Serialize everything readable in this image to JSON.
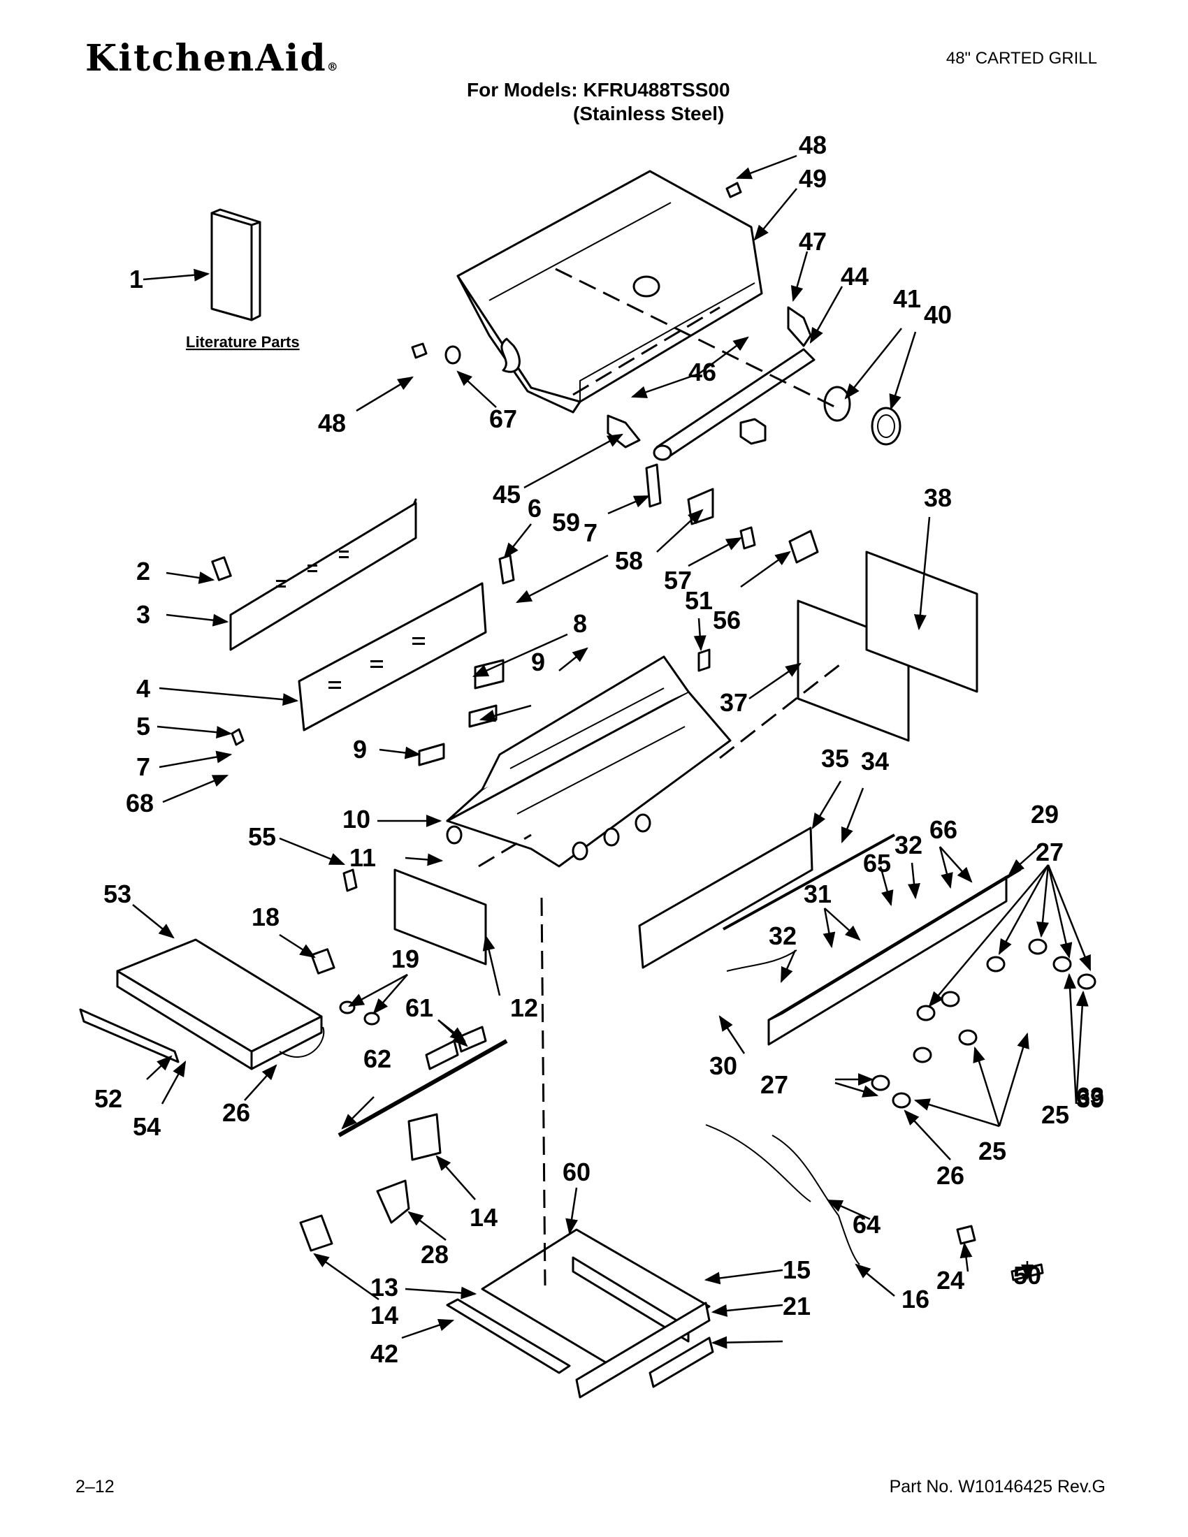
{
  "header": {
    "brand": "KitchenAid",
    "brand_mark": "®",
    "document_type": "48\" CARTED GRILL",
    "models_line1": "For Models: KFRU488TSS00",
    "models_line2": "(Stainless Steel)"
  },
  "footer": {
    "page": "2–12",
    "part_number": "Part No. W10146425 Rev.G"
  },
  "diagram": {
    "literature_label": "Literature Parts",
    "callouts": [
      "1",
      "48",
      "49",
      "47",
      "44",
      "41",
      "40",
      "46",
      "48",
      "67",
      "45",
      "6",
      "59",
      "7",
      "58",
      "57",
      "56",
      "38",
      "2",
      "3",
      "51",
      "8",
      "4",
      "9",
      "37",
      "5",
      "9",
      "7",
      "68",
      "10",
      "11",
      "35",
      "34",
      "55",
      "29",
      "32",
      "66",
      "65",
      "27",
      "53",
      "18",
      "19",
      "31",
      "32",
      "61",
      "12",
      "62",
      "30",
      "27",
      "25",
      "26",
      "39",
      "52",
      "54",
      "26",
      "25",
      "63",
      "14",
      "60",
      "64",
      "28",
      "24",
      "50",
      "14",
      "13",
      "15",
      "21",
      "16",
      "42"
    ]
  }
}
